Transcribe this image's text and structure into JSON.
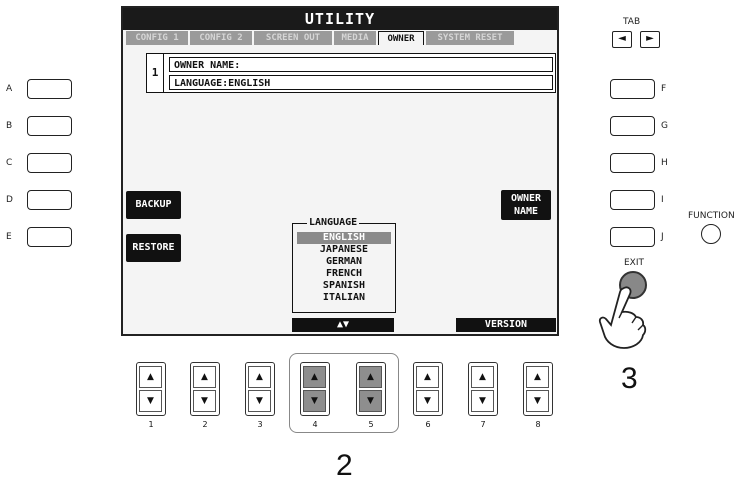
{
  "screen": {
    "title": "UTILITY",
    "tabs": [
      "CONFIG 1",
      "CONFIG 2",
      "SCREEN OUT",
      "MEDIA",
      "OWNER",
      "SYSTEM RESET"
    ],
    "active_tab": "OWNER",
    "owner_list": {
      "number": "1",
      "owner_name_label": "OWNER NAME:",
      "language_label": "LANGUAGE:ENGLISH"
    },
    "backup_label": "BACKUP",
    "restore_label": "RESTORE",
    "owner_name_btn": [
      "OWNER",
      "NAME"
    ],
    "language_box": {
      "legend": "LANGUAGE",
      "options": [
        "ENGLISH",
        "JAPANESE",
        "GERMAN",
        "FRENCH",
        "SPANISH",
        "ITALIAN"
      ],
      "selected": "ENGLISH"
    },
    "updown_label": "▲▼",
    "version_label": "VERSION"
  },
  "left_buttons": [
    "A",
    "B",
    "C",
    "D",
    "E"
  ],
  "right_buttons": [
    "F",
    "G",
    "H",
    "I",
    "J"
  ],
  "tab_section": {
    "label": "TAB",
    "left_arrow": "◄",
    "right_arrow": "►"
  },
  "function_label": "FUNCTION",
  "exit_label": "EXIT",
  "bottom_buttons": [
    "1",
    "2",
    "3",
    "4",
    "5",
    "6",
    "7",
    "8"
  ],
  "bottom_up": "▲",
  "bottom_down": "▼",
  "highlighted_buttons": [
    "4",
    "5"
  ],
  "steps": {
    "step2": "2",
    "step3": "3"
  },
  "colors": {
    "lcd_bg": "#f4f4f4",
    "lcd_dark": "#111111",
    "highlight": "#8e8e8e",
    "exit_button": "#888888"
  }
}
